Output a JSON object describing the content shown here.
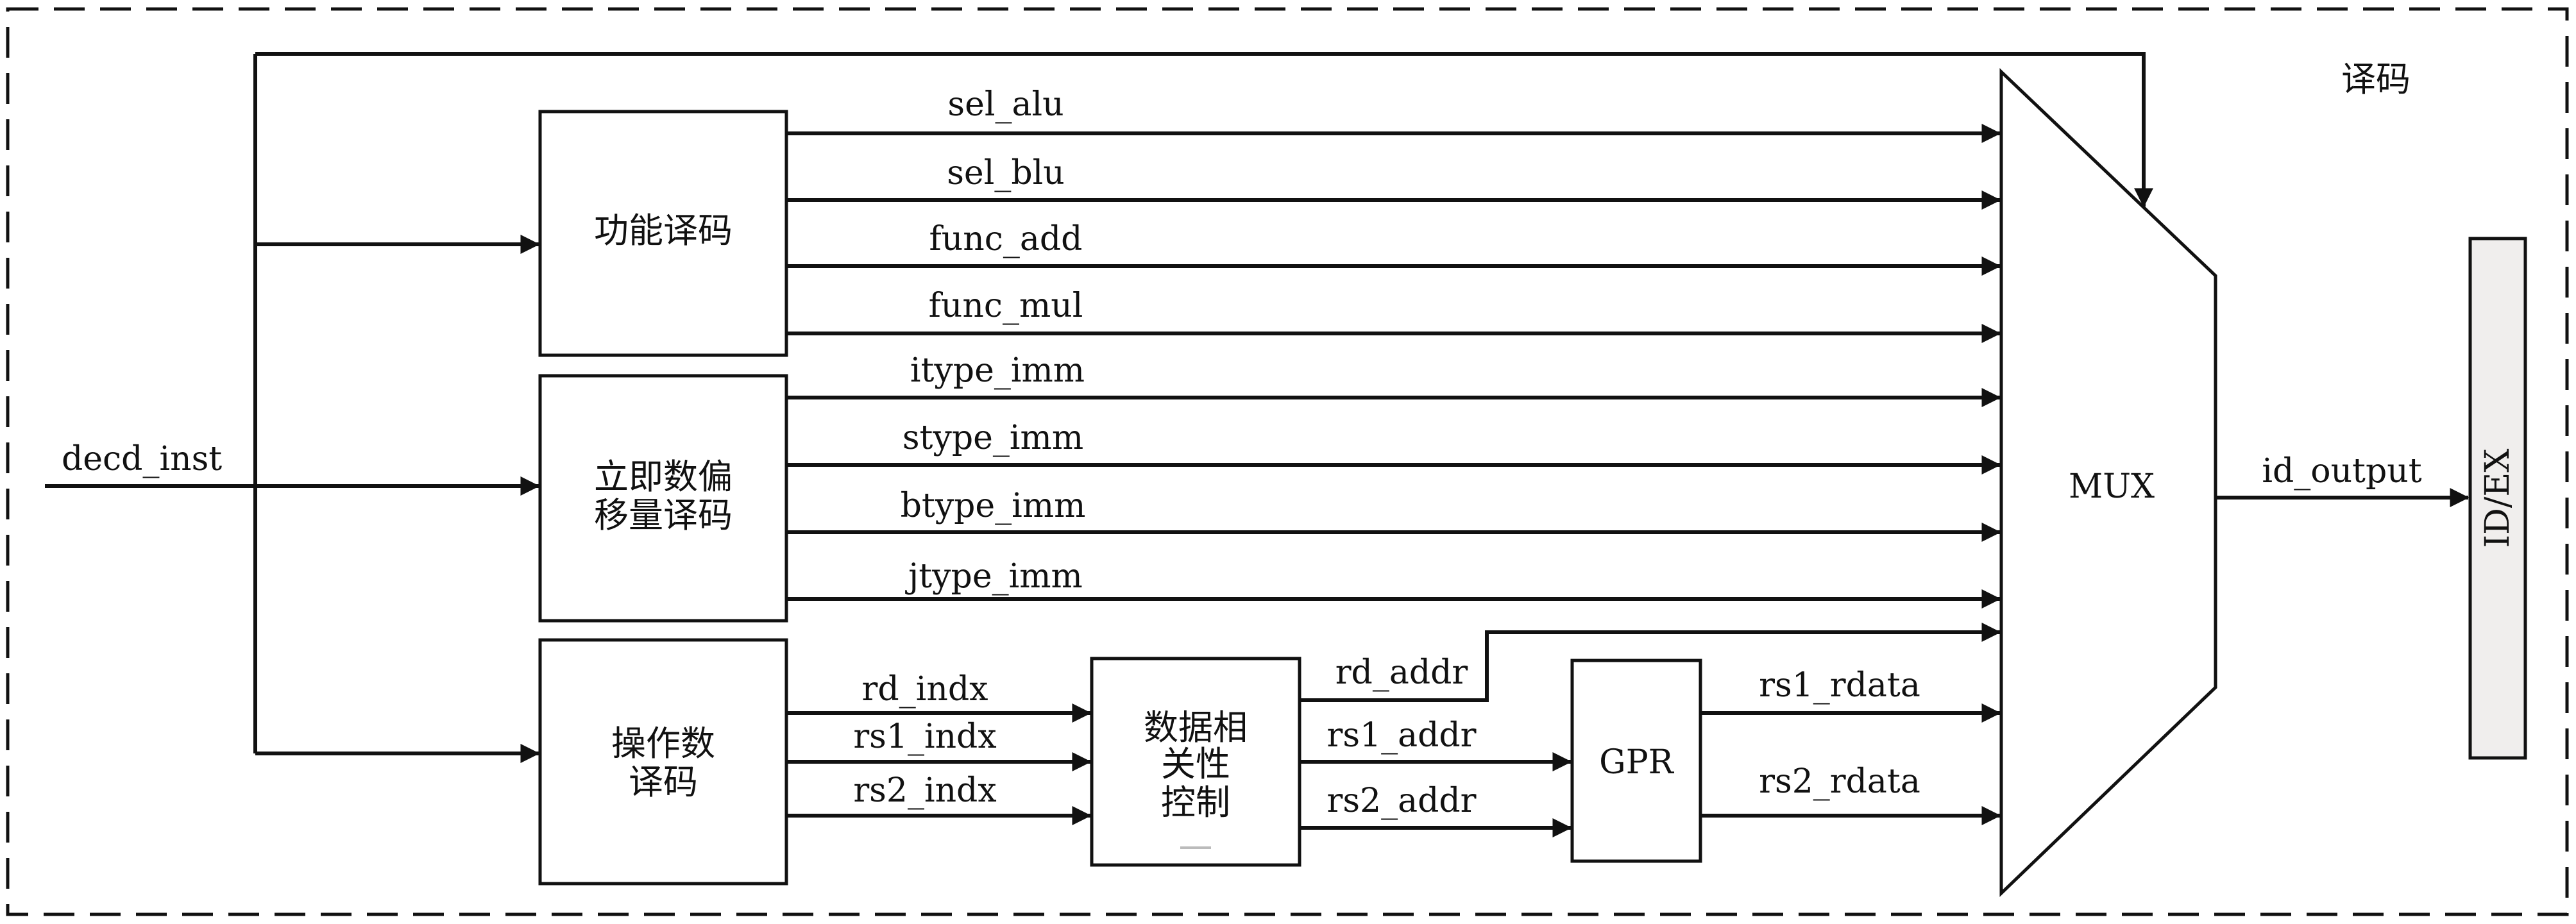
{
  "module_label": "译码",
  "input_label": "decd_inst",
  "blocks": {
    "func_decode": "功能译码",
    "imm_decode_line1": "立即数偏",
    "imm_decode_line2": "移量译码",
    "operand_decode_line1": "操作数",
    "operand_decode_line2": "译码",
    "hazard_line1": "数据相",
    "hazard_line2": "关性",
    "hazard_line3": "控制",
    "gpr": "GPR",
    "mux": "MUX",
    "pipeline_reg": "ID/EX"
  },
  "signals": {
    "sel_alu": "sel_alu",
    "sel_blu": "sel_blu",
    "func_add": "func_add",
    "func_mul": "func_mul",
    "itype_imm": "itype_imm",
    "stype_imm": "stype_imm",
    "btype_imm": "btype_imm",
    "jtype_imm": "jtype_imm",
    "rd_indx": "rd_indx",
    "rs1_indx": "rs1_indx",
    "rs2_indx": "rs2_indx",
    "rd_addr": "rd_addr",
    "rs1_addr": "rs1_addr",
    "rs2_addr": "rs2_addr",
    "rs1_rdata": "rs1_rdata",
    "rs2_rdata": "rs2_rdata",
    "id_output": "id_output"
  }
}
